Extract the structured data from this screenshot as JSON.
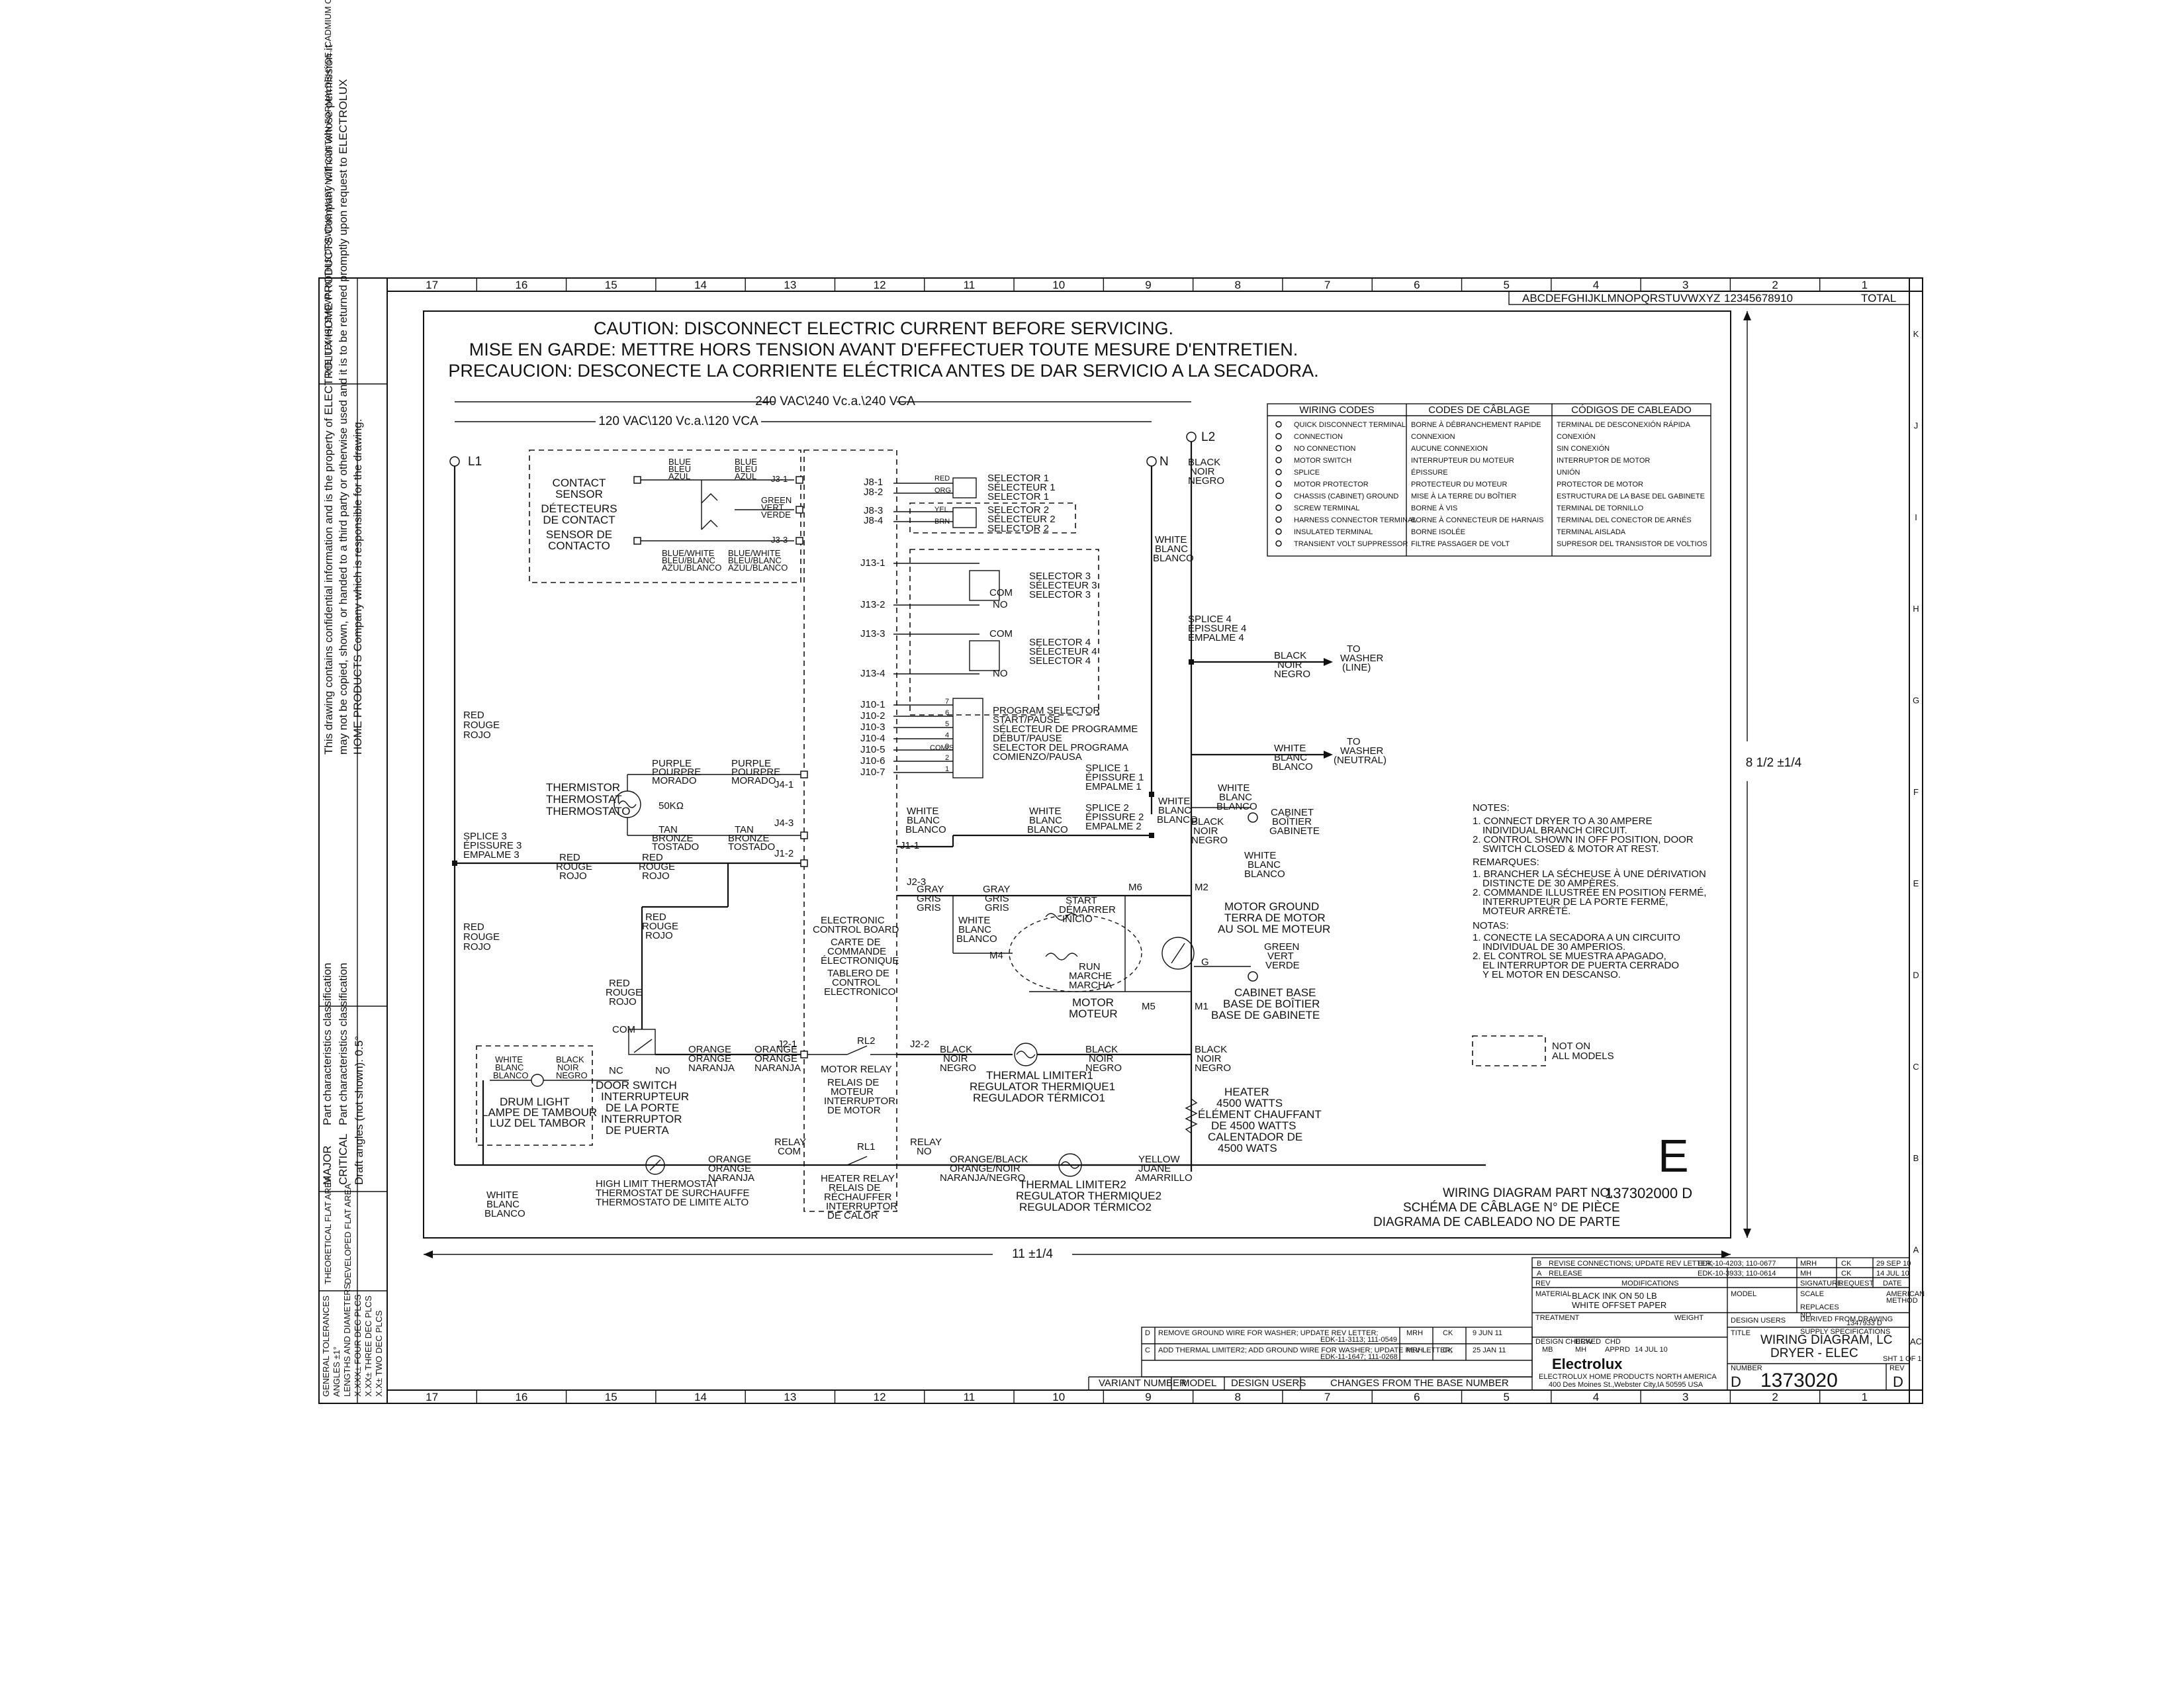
{
  "border": {
    "top_zones": [
      "17",
      "16",
      "15",
      "14",
      "13",
      "12",
      "11",
      "10",
      "9",
      "8",
      "7",
      "6",
      "5",
      "4",
      "3",
      "2",
      "1"
    ],
    "bottom_zones": [
      "17",
      "16",
      "15",
      "14",
      "13",
      "12",
      "11",
      "10",
      "9",
      "8",
      "7",
      "6",
      "5",
      "4",
      "3",
      "2",
      "1"
    ],
    "right_zones": [
      "K",
      "J",
      "I",
      "H",
      "G",
      "F",
      "E",
      "D",
      "C",
      "B",
      "A",
      "AC"
    ],
    "alphabet": "ABCDEFGHIJKLMNOPQRSTUVWXYZ",
    "numbers": "12345678910",
    "total": "TOTAL"
  },
  "left_margin": {
    "note1": "THE ITEM(S) SHOWN IN THIS DRAWING MUST NOT CONTAIN FORMALDEHYDE, CADMIUM OR ASBESTOS.",
    "confidential_1": "This drawing contains confidential information and is the property of ELECTROLUX HOME PRODUCTS Company without whose permission it",
    "confidential_2": "may not be copied, shown, or handed to a third party or otherwise used and it is to be returned promptly upon request to ELECTROLUX",
    "confidential_3": "HOME PRODUCTS Company which is responsible for the drawing.",
    "major": "MAJOR",
    "critical": "CRITICAL",
    "part_char": "Part characteristics classification",
    "draft": "Draft angles (not shown): 0.5°",
    "tol1": "THEORETICAL FLAT AREA",
    "tol2": "DEVELOPED FLAT AREA",
    "gen_tol": "GENERAL TOLERANCES",
    "angles": "ANGLES ±1°",
    "lengths": "LENGTHS AND DIAMETERS",
    "dec1": "X.XXX± FOUR DEC PLCS",
    "dec2": "X.XX± THREE DEC PLCS",
    "dec3": "X.X± TWO DEC PLCS"
  },
  "caution": {
    "en": "CAUTION: DISCONNECT ELECTRIC CURRENT BEFORE SERVICING.",
    "fr": "MISE EN GARDE: METTRE HORS TENSION AVANT D'EFFECTUER TOUTE MESURE D'ENTRETIEN.",
    "es": "PRECAUCION: DESCONECTE LA CORRIENTE ELÉCTRICA ANTES DE DAR SERVICIO A LA SECADORA."
  },
  "supply": {
    "v240": "240 VAC\\240 Vc.a.\\240 VCA",
    "v120": "120 VAC\\120 Vc.a.\\120 VCA",
    "l1": "L1",
    "l2": "L2",
    "n": "N"
  },
  "labels": {
    "contact_sensor": [
      "CONTACT",
      "SENSOR",
      "DÉTECTEURS",
      "DE CONTACT",
      "SENSOR DE",
      "CONTACTO"
    ],
    "blue": [
      "BLUE",
      "BLEU",
      "AZUL"
    ],
    "green": [
      "GREEN",
      "VERT",
      "VERDE"
    ],
    "bluewhite": [
      "BLUE/WHITE",
      "BLEU/BLANC",
      "AZUL/BLANCO"
    ],
    "j3_1": "J3-1",
    "j3_3": "J3-3",
    "red1": [
      "RED",
      "ROUGE",
      "ROJO"
    ],
    "purple": [
      "PURPLE",
      "POURPRE",
      "MORADO"
    ],
    "thermistor": [
      "THERMISTOR",
      "THERMOSTAT",
      "THERMOSTATO"
    ],
    "ohm": "50KΩ",
    "tan": [
      "TAN",
      "BRONZE",
      "TOSTADO"
    ],
    "j4_1": "J4-1",
    "j4_3": "J4-3",
    "j1_2": "J1-2",
    "splice3": [
      "SPLICE 3",
      "ÉPISSURE 3",
      "EMPALME 3"
    ],
    "door_switch": [
      "DOOR SWITCH",
      "INTERRUPTEUR",
      "DE LA PORTE",
      "INTERRUPTOR",
      "DE PUERTA"
    ],
    "com": "COM",
    "nc": "NC",
    "no": "NO",
    "orange": [
      "ORANGE",
      "ORANGE",
      "NARANJA"
    ],
    "drum_light": [
      "DRUM LIGHT",
      "LAMPE DE TAMBOUR",
      "LUZ DEL TAMBOR"
    ],
    "white": [
      "WHITE",
      "BLANC",
      "BLANCO"
    ],
    "black": [
      "BLACK",
      "NOIR",
      "NEGRO"
    ],
    "j2_1": "J2-1",
    "j2_2": "J2-2",
    "j2_3": "J2-3",
    "j1_1": "J1-1",
    "rl2": "RL2",
    "rl1": "RL1",
    "relay_com": [
      "RELAY",
      "COM"
    ],
    "relay_no": [
      "RELAY",
      "NO"
    ],
    "motor_relay": [
      "MOTOR RELAY",
      "RELAIS DE",
      "MOTEUR",
      "INTERRUPTOR",
      "DE MOTOR"
    ],
    "heater_relay": [
      "HEATER RELAY",
      "RELAIS DE",
      "RÉCHAUFFER",
      "INTERRUPTOR",
      "DE CALOR"
    ],
    "ecb": [
      "ELECTRONIC",
      "CONTROL BOARD",
      "CARTE DE",
      "COMMANDE",
      "ÉLECTRONIQUE",
      "TABLERO DE",
      "CONTROL",
      "ELECTRONICO"
    ],
    "hilimit": [
      "HIGH LIMIT THERMOSTAT",
      "THERMOSTAT DE SURCHAUFFE",
      "THERMOSTATO DE LIMITE ALTO"
    ],
    "orange_black": [
      "ORANGE/BLACK",
      "ORANGE/NOIR",
      "NARANJA/NEGRO"
    ],
    "thermal2": [
      "THERMAL LIMITER2",
      "REGULATOR THERMIQUE2",
      "REGULADOR TÉRMICO2"
    ],
    "thermal1": [
      "THERMAL LIMITER1",
      "REGULATOR THERMIQUE1",
      "REGULADOR TÉRMICO1"
    ],
    "yellow": [
      "YELLOW",
      "JUANE",
      "AMARRILLO"
    ],
    "heater": [
      "HEATER",
      "4500 WATTS",
      "ÉLÉMENT CHAUFFANT",
      "DE 4500 WATTS",
      "CALENTADOR DE",
      "4500 WATS"
    ],
    "gray": [
      "GRAY",
      "GRIS",
      "GRIS"
    ],
    "start": [
      "START",
      "DÉMARRER",
      "INICIO"
    ],
    "run": [
      "RUN",
      "MARCHE",
      "MARCHA"
    ],
    "motor": [
      "MOTOR",
      "MOTEUR"
    ],
    "m1": "M1",
    "m2": "M2",
    "m4": "M4",
    "m5": "M5",
    "m6": "M6",
    "g": "G",
    "motor_ground": [
      "MOTOR GROUND",
      "TERRA DE MOTOR",
      "AU SOL ME MOTEUR"
    ],
    "cabinet_base": [
      "CABINET BASE",
      "BASE DE BOÎTIER",
      "BASE DE GABINETE"
    ],
    "cabinet": [
      "CABINET",
      "BOÎTIER",
      "GABINETE"
    ],
    "selector1": [
      "SELECTOR 1",
      "SÉLECTEUR 1",
      "SELECTOR 1"
    ],
    "selector2": [
      "SELECTOR 2",
      "SÉLECTEUR 2",
      "SELECTOR 2"
    ],
    "selector3": [
      "SELECTOR 3",
      "SÉLECTEUR 3",
      "SELECTOR 3"
    ],
    "selector4": [
      "SELECTOR 4",
      "SÉLECTEUR 4",
      "SELECTOR 4"
    ],
    "j8": [
      "J8-1",
      "J8-2",
      "J8-3",
      "J8-4"
    ],
    "j8_colors": [
      "RED",
      "ORG",
      "YEL",
      "BRN"
    ],
    "j13": [
      "J13-1",
      "J13-2",
      "J13-3",
      "J13-4"
    ],
    "j10": [
      "J10-1",
      "J10-2",
      "J10-3",
      "J10-4",
      "J10-5",
      "J10-6",
      "J10-7"
    ],
    "j10_pins": [
      "7",
      "6",
      "5",
      "4",
      "3",
      "2",
      "1"
    ],
    "com_no": [
      "COM",
      "NO"
    ],
    "com_pin": "COM/S",
    "program": [
      "PROGRAM SELECTOR",
      "START/PAUSE",
      "SÉLECTEUR DE PROGRAMME",
      "DÉBUT/PAUSE",
      "SELECTOR DEL PROGRAMA",
      "COMIENZO/PAUSA"
    ],
    "splice1": [
      "SPLICE 1",
      "ÉPISSURE 1",
      "EMPALME 1"
    ],
    "splice2": [
      "SPLICE 2",
      "ÉPISSURE 2",
      "EMPALME 2"
    ],
    "splice4": [
      "SPLICE 4",
      "ÉPISSURE 4",
      "EMPALME 4"
    ],
    "to_washer_line": [
      "TO",
      "WASHER",
      "(LINE)"
    ],
    "to_washer_neutral": [
      "TO",
      "WASHER",
      "(NEUTRAL)"
    ]
  },
  "legend": {
    "headers": [
      "WIRING CODES",
      "CODES DE CÂBLAGE",
      "CÓDIGOS DE CABLEADO"
    ],
    "rows": [
      [
        "QUICK DISCONNECT TERMINAL",
        "BORNE À DÉBRANCHEMENT RAPIDE",
        "TERMINAL DE DESCONEXIÓN RÁPIDA"
      ],
      [
        "CONNECTION",
        "CONNEXION",
        "CONEXIÓN"
      ],
      [
        "NO CONNECTION",
        "AUCUNE CONNEXION",
        "SIN CONEXIÓN"
      ],
      [
        "MOTOR SWITCH",
        "INTERRUPTEUR DU MOTEUR",
        "INTERRUPTOR DE MOTOR"
      ],
      [
        "SPLICE",
        "ÉPISSURE",
        "UNIÓN"
      ],
      [
        "MOTOR PROTECTOR",
        "PROTECTEUR DU MOTEUR",
        "PROTECTOR DE MOTOR"
      ],
      [
        "CHASSIS (CABINET) GROUND",
        "MISE À LA TERRE DU BOÎTIER",
        "ESTRUCTURA DE LA BASE DEL GABINETE"
      ],
      [
        "SCREW TERMINAL",
        "BORNE À VIS",
        "TERMINAL DE TORNILLO"
      ],
      [
        "HARNESS CONNECTOR TERMINAL",
        "BORNE À CONNECTEUR DE HARNAIS",
        "TERMINAL DEL CONECTOR DE ARNÉS"
      ],
      [
        "INSULATED TERMINAL",
        "BORNE ISOLÉE",
        "TERMINAL AISLADA"
      ],
      [
        "TRANSIENT VOLT SUPPRESSOR",
        "FILTRE PASSAGER DE VOLT",
        "SUPRESOR DEL TRANSISTOR DE VOLTIOS"
      ]
    ]
  },
  "notes": {
    "title": "NOTES:",
    "en": [
      "1. CONNECT DRYER TO A 30 AMPERE",
      "INDIVIDUAL BRANCH CIRCUIT.",
      "2. CONTROL SHOWN IN OFF POSITION, DOOR",
      "SWITCH CLOSED & MOTOR AT REST."
    ],
    "fr_title": "REMARQUES:",
    "fr": [
      "1. BRANCHER LA SÉCHEUSE À UNE DÉRIVATION",
      "DISTINCTE DE 30 AMPÈRES.",
      "2. COMMANDE ILLUSTRÉE EN POSITION FERMÉ,",
      "INTERRUPTEUR DE LA PORTE FERMÉ,",
      "MOTEUR ARRÊTÉ."
    ],
    "es_title": "NOTAS:",
    "es": [
      "1. CONECTE LA SECADORA A UN CIRCUITO",
      "INDIVIDUAL DE 30 AMPERIOS.",
      "2. EL CONTROL SE MUESTRA APAGADO,",
      "EL INTERRUPTOR DE PUERTA CERRADO",
      "Y EL MOTOR EN DESCANSO."
    ],
    "not_on": [
      "NOT ON",
      "ALL MODELS"
    ]
  },
  "part": {
    "letter": "E",
    "label": "WIRING DIAGRAM PART NO.",
    "number": "137302000 D",
    "fr": "SCHÉMA DE CÂBLAGE N° DE PIÈCE",
    "es": "DIAGRAMA DE CABLEADO NO DE PARTE"
  },
  "dims": {
    "width": "11 ±1/4",
    "height": "8 1/2 ±1/4"
  },
  "title_block": {
    "rev_rows": [
      [
        "B",
        "REVISE CONNECTIONS; UPDATE REV LETTER;",
        "EDK-10-4203; 110-0677",
        "MRH",
        "CK",
        "29 SEP 10"
      ],
      [
        "A",
        "RELEASE",
        "EDK-10-3933; 110-0614",
        "MH",
        "CK",
        "14 JUL 10"
      ]
    ],
    "rev_header": [
      "REV",
      "MODIFICATIONS",
      "SIGNATURE",
      "REQUEST",
      "DATE"
    ],
    "material_label": "MATERIAL",
    "material": [
      "BLACK INK ON 50 LB",
      "WHITE OFFSET PAPER"
    ],
    "treatment": "TREATMENT",
    "weight": "WEIGHT",
    "model": "MODEL",
    "scale": "SCALE",
    "method": [
      "AMERICAN",
      "METHOD"
    ],
    "replaces": "REPLACES",
    "replaces_val": "NO",
    "design_users": "DESIGN USERS",
    "derived_from": "DERIVED FROM DRAWING",
    "derived_val": "1347933 D",
    "supply_spec": "SUPPLY SPECIFICATIONS",
    "design_row": [
      "DESIGN CHECKED",
      "DRW",
      "CHD",
      "MB",
      "MH",
      "APPRD",
      "14 JUL 10"
    ],
    "company": "Electrolux",
    "company_sub": "ELECTROLUX HOME PRODUCTS NORTH AMERICA",
    "address": "400 Des Moines St.,Webster City,IA 50595 USA",
    "title_label": "TITLE",
    "title": [
      "WIRING DIAGRAM, LC",
      "DRYER - ELEC"
    ],
    "sheet": "SHT 1 OF 1",
    "number_label": "NUMBER",
    "number_prefix": "D",
    "number": "1373020",
    "rev_label": "REV",
    "rev": "D",
    "lower_rev_rows": [
      [
        "D",
        "REMOVE GROUND WIRE FOR WASHER; UPDATE REV LETTER;",
        "EDK-11-3113; 111-0549",
        "MRH",
        "CK",
        "9 JUN 11"
      ],
      [
        "C",
        "ADD THERMAL LIMITER2; ADD GROUND WIRE FOR WASHER; UPDATE REV LETTER;",
        "EDK-11-1647; 111-0268",
        "MRH",
        "CK",
        "25 JAN 11"
      ]
    ],
    "variant_header": [
      "VARIANT NUMBER",
      "MODEL",
      "DESIGN USERS",
      "CHANGES FROM THE BASE NUMBER"
    ]
  }
}
